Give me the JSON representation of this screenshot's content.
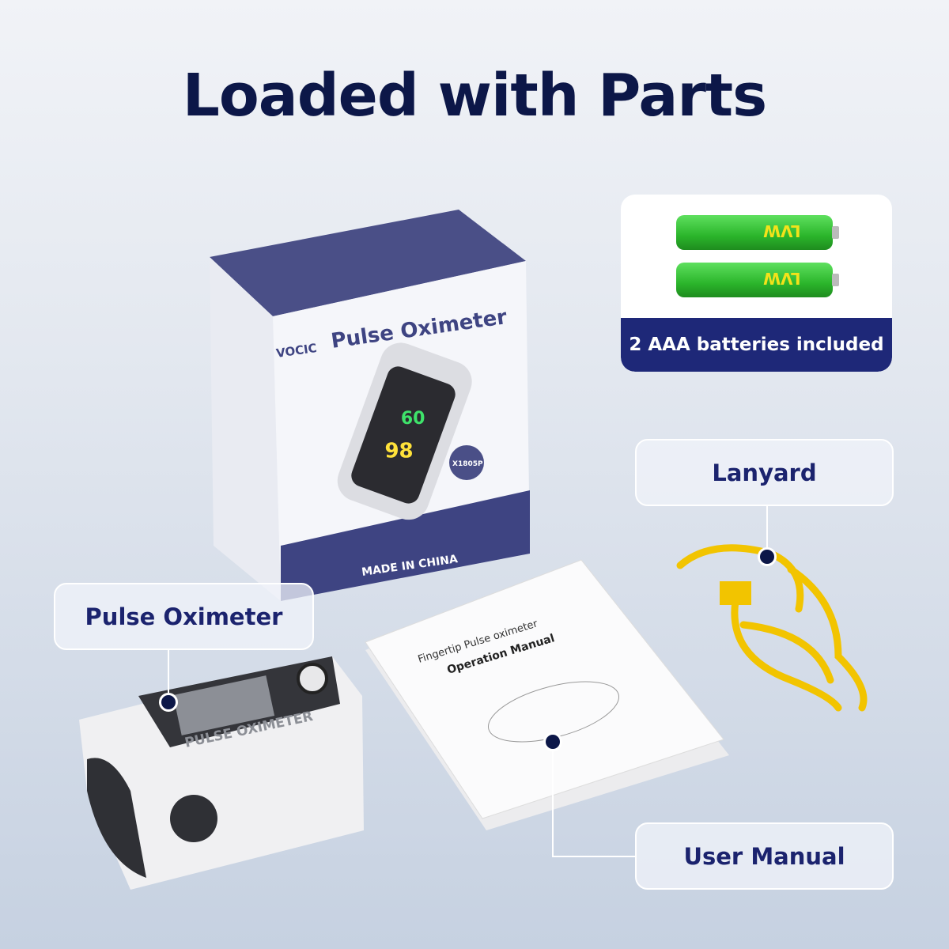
{
  "title": "Loaded with Parts",
  "batteries": {
    "label": "2 AAA batteries included",
    "brand": "LVW"
  },
  "labels": {
    "lanyard": "Lanyard",
    "pulse_oximeter": "Pulse Oximeter",
    "user_manual": "User Manual"
  },
  "box": {
    "brand": "VOCIC",
    "product": "Pulse Oximeter",
    "model": "X1805P",
    "origin": "MADE IN CHINA",
    "spo2": "98",
    "pr": "60"
  },
  "manual": {
    "line1": "Fingertip Pulse oximeter",
    "line2": "Operation Manual"
  },
  "device": {
    "screen_text": "PULSE OXIMETER"
  },
  "colors": {
    "title": "#0c1748",
    "label_text": "#1b236e",
    "band": "#1e2878",
    "lanyard": "#f2c400"
  }
}
